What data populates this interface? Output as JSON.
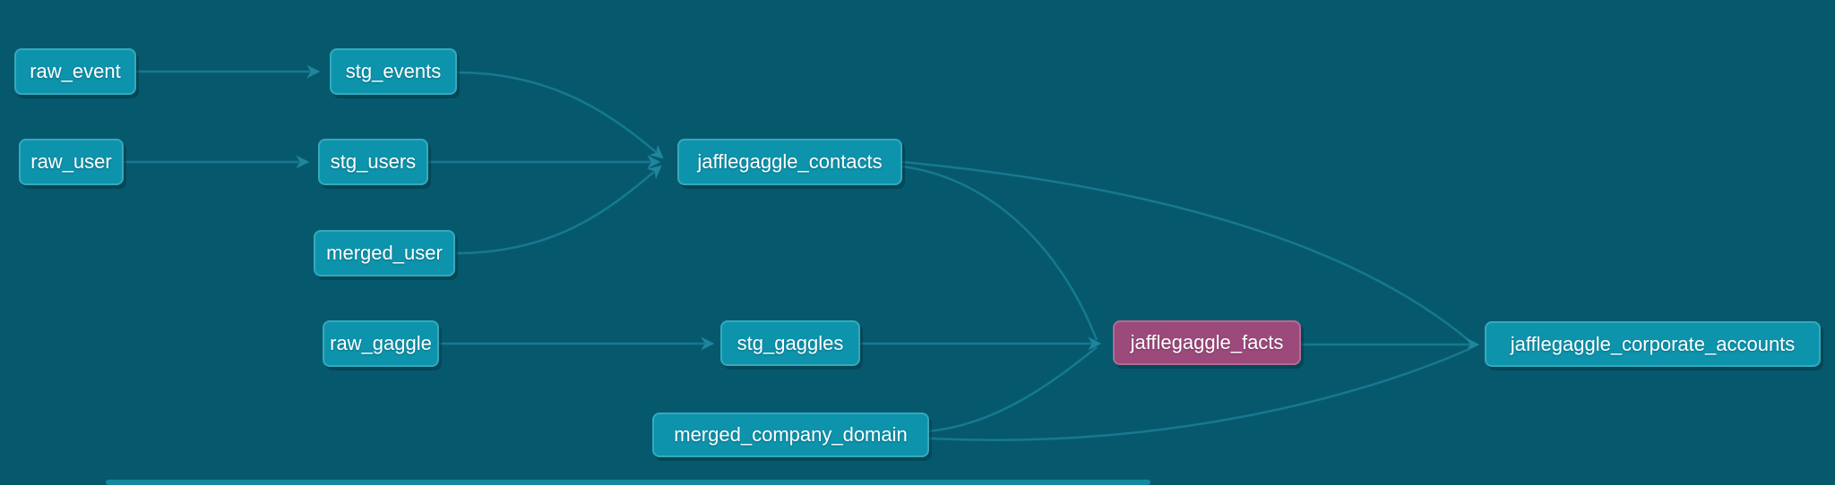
{
  "diagram": {
    "nodes": {
      "raw_event": {
        "label": "raw_event",
        "highlighted": false
      },
      "stg_events": {
        "label": "stg_events",
        "highlighted": false
      },
      "raw_user": {
        "label": "raw_user",
        "highlighted": false
      },
      "stg_users": {
        "label": "stg_users",
        "highlighted": false
      },
      "merged_user": {
        "label": "merged_user",
        "highlighted": false
      },
      "jafflegaggle_contacts": {
        "label": "jafflegaggle_contacts",
        "highlighted": false
      },
      "raw_gaggle": {
        "label": "raw_gaggle",
        "highlighted": false
      },
      "stg_gaggles": {
        "label": "stg_gaggles",
        "highlighted": false
      },
      "jafflegaggle_facts": {
        "label": "jafflegaggle_facts",
        "highlighted": true
      },
      "merged_company_domain": {
        "label": "merged_company_domain",
        "highlighted": false
      },
      "jafflegaggle_corporate_accounts": {
        "label": "jafflegaggle_corporate_accounts",
        "highlighted": false
      }
    },
    "edges": [
      {
        "from": "raw_event",
        "to": "stg_events"
      },
      {
        "from": "raw_user",
        "to": "stg_users"
      },
      {
        "from": "stg_events",
        "to": "jafflegaggle_contacts"
      },
      {
        "from": "stg_users",
        "to": "jafflegaggle_contacts"
      },
      {
        "from": "merged_user",
        "to": "jafflegaggle_contacts"
      },
      {
        "from": "raw_gaggle",
        "to": "stg_gaggles"
      },
      {
        "from": "stg_gaggles",
        "to": "jafflegaggle_facts"
      },
      {
        "from": "jafflegaggle_contacts",
        "to": "jafflegaggle_facts"
      },
      {
        "from": "merged_company_domain",
        "to": "jafflegaggle_facts"
      },
      {
        "from": "jafflegaggle_contacts",
        "to": "jafflegaggle_corporate_accounts"
      },
      {
        "from": "jafflegaggle_facts",
        "to": "jafflegaggle_corporate_accounts"
      },
      {
        "from": "merged_company_domain",
        "to": "jafflegaggle_corporate_accounts"
      }
    ],
    "colors": {
      "background": "#06596D",
      "node_fill": "#0E93AC",
      "node_border": "#35A9BD",
      "node_text": "#FFFFFF",
      "highlighted_node_fill": "#9C4A7B",
      "highlighted_node_border": "#B06C94",
      "edge": "#16798F"
    }
  }
}
